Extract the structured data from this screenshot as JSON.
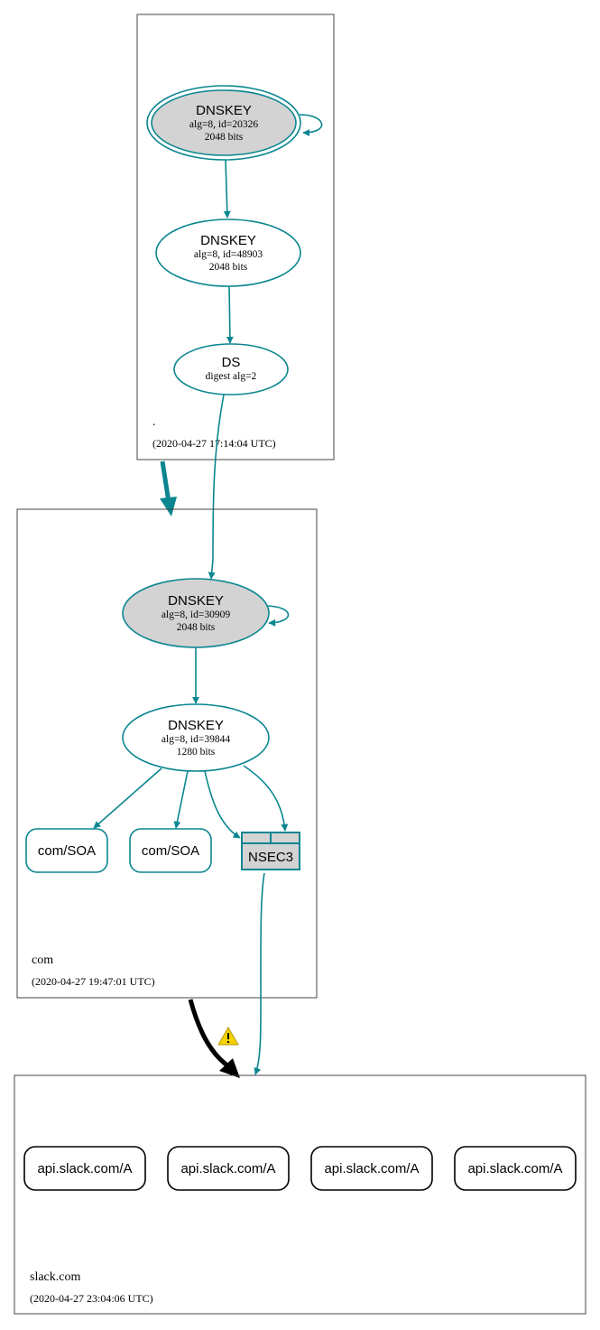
{
  "colors": {
    "edge": "#0a8690",
    "key_fill_sep": "#d3d3d3",
    "warning": "#f5d300",
    "delegation_insecure": "#000000"
  },
  "zones": {
    "root": {
      "name": ".",
      "timestamp": "(2020-04-27 17:14:04 UTC)",
      "ksk": {
        "title": "DNSKEY",
        "line1": "alg=8, id=20326",
        "line2": "2048 bits"
      },
      "zsk": {
        "title": "DNSKEY",
        "line1": "alg=8, id=48903",
        "line2": "2048 bits"
      },
      "ds": {
        "title": "DS",
        "line1": "digest alg=2"
      }
    },
    "com": {
      "name": "com",
      "timestamp": "(2020-04-27 19:47:01 UTC)",
      "ksk": {
        "title": "DNSKEY",
        "line1": "alg=8, id=30909",
        "line2": "2048 bits"
      },
      "zsk": {
        "title": "DNSKEY",
        "line1": "alg=8, id=39844",
        "line2": "1280 bits"
      },
      "rrsets": [
        "com/SOA",
        "com/SOA"
      ],
      "nsec3": "NSEC3"
    },
    "slack": {
      "name": "slack.com",
      "timestamp": "(2020-04-27 23:04:06 UTC)",
      "rrsets": [
        "api.slack.com/A",
        "api.slack.com/A",
        "api.slack.com/A",
        "api.slack.com/A"
      ]
    }
  },
  "warning_icon": "warning-triangle-icon"
}
